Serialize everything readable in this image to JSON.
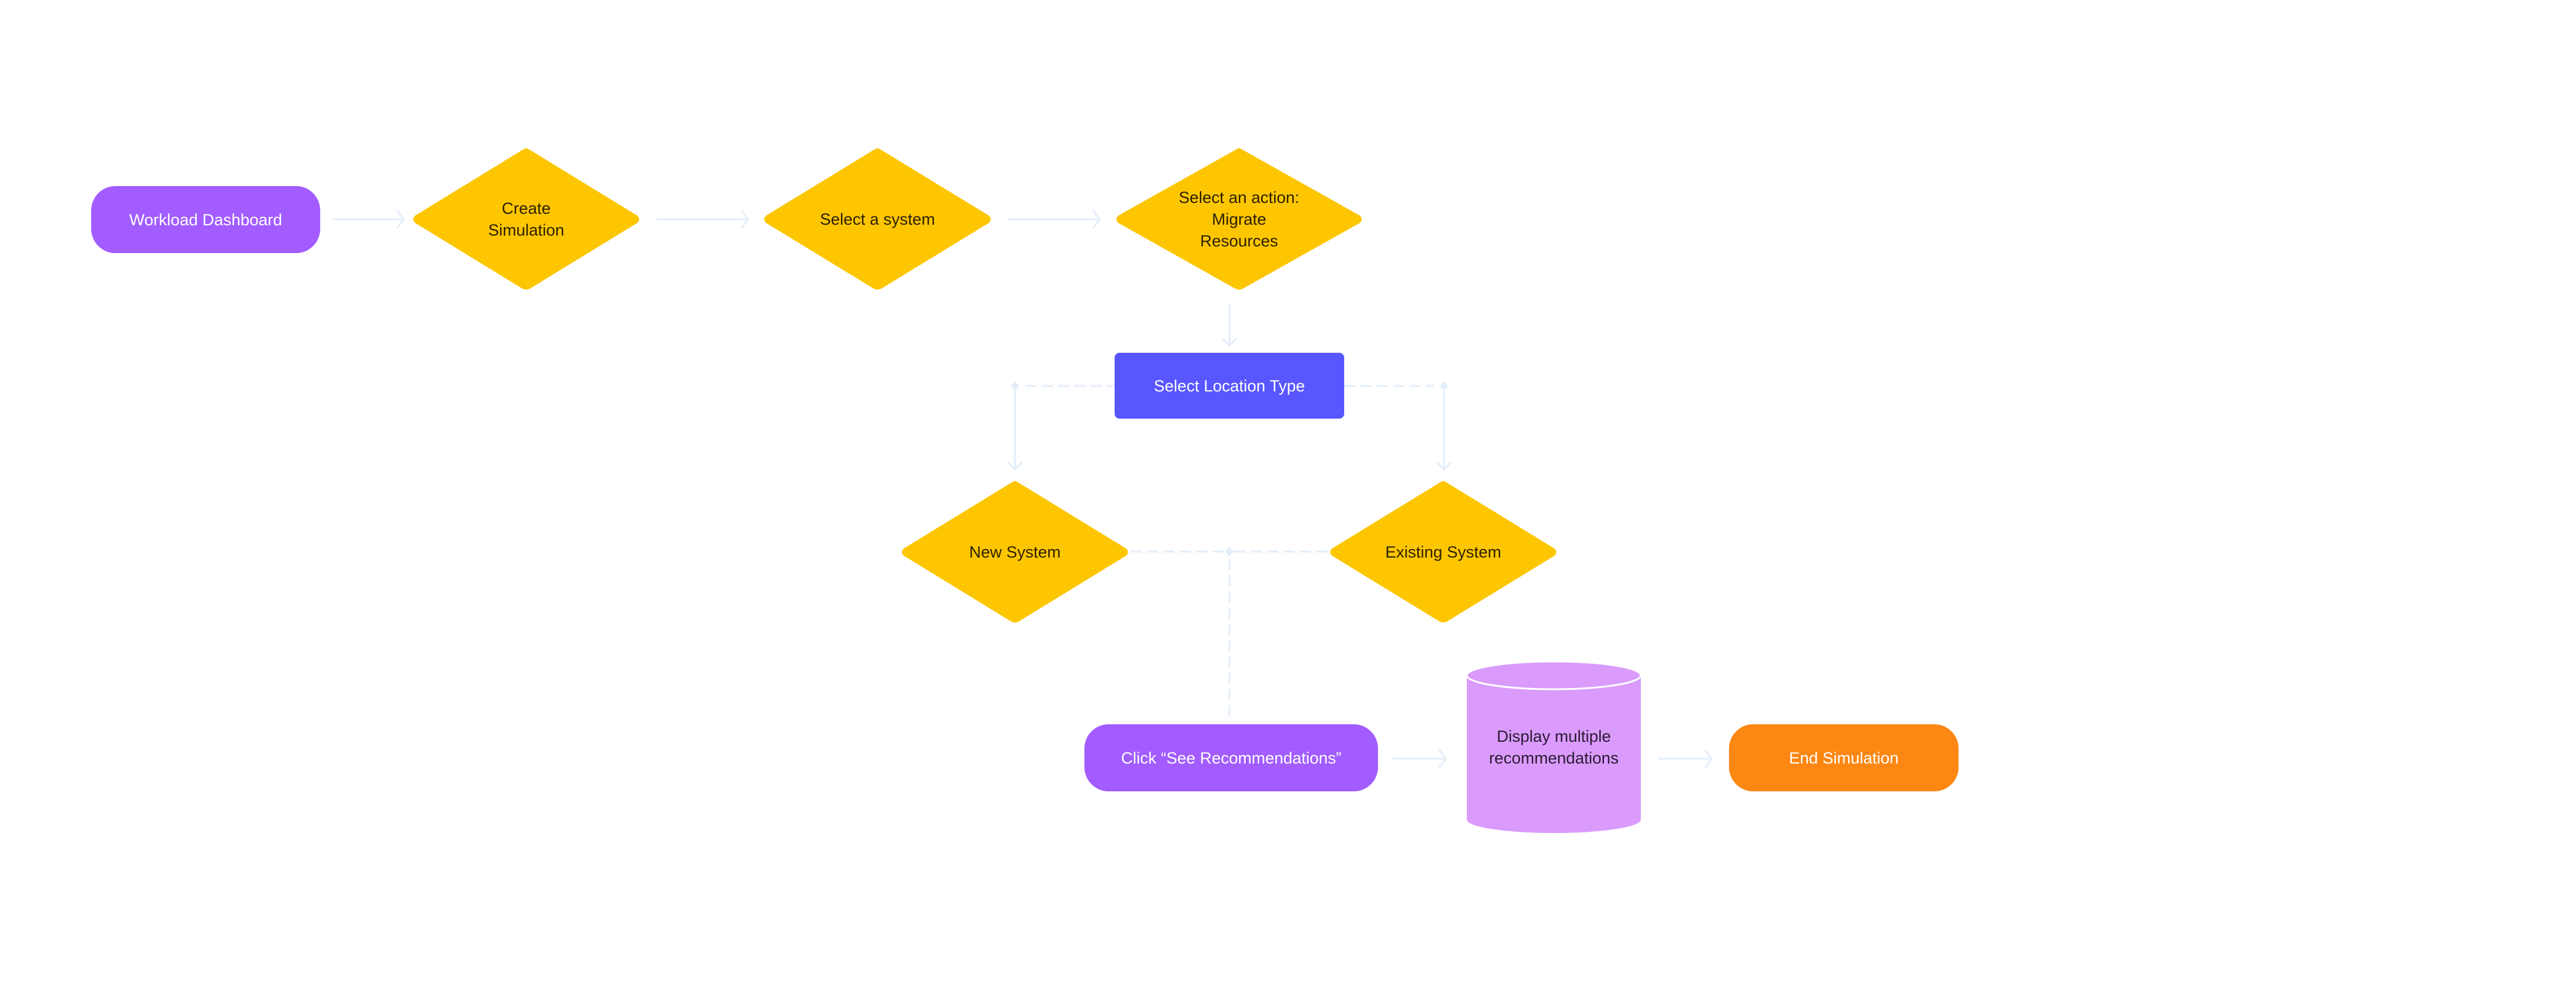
{
  "diagram": {
    "title": "Workload simulation flow",
    "colors": {
      "terminal_start": "#a25cff",
      "decision": "#fdc600",
      "process": "#5856ff",
      "datastore": "#da9bfc",
      "terminal_end": "#fd8713",
      "connector": "#e3eefa",
      "decision_text": "#2e2000",
      "datastore_text": "#2a1a33",
      "light_text": "#ffffff"
    },
    "nodes": [
      {
        "id": "workload-dashboard",
        "shape": "pill",
        "label": "Workload Dashboard",
        "color_key": "terminal_start"
      },
      {
        "id": "create-simulation",
        "shape": "diamond",
        "label": "Create\nSimulation",
        "color_key": "decision"
      },
      {
        "id": "select-system",
        "shape": "diamond",
        "label": "Select a system",
        "color_key": "decision"
      },
      {
        "id": "select-action",
        "shape": "diamond",
        "label": "Select an action:\nMigrate\nResources",
        "color_key": "decision"
      },
      {
        "id": "select-location-type",
        "shape": "rect",
        "label": "Select Location Type",
        "color_key": "process"
      },
      {
        "id": "new-system",
        "shape": "diamond",
        "label": "New System",
        "color_key": "decision"
      },
      {
        "id": "existing-system",
        "shape": "diamond",
        "label": "Existing System",
        "color_key": "decision"
      },
      {
        "id": "see-recommendations",
        "shape": "pill",
        "label": "Click “See Recommendations”",
        "color_key": "terminal_start"
      },
      {
        "id": "display-recommendations",
        "shape": "cylinder",
        "label": "Display multiple\nrecommendations",
        "color_key": "datastore"
      },
      {
        "id": "end-simulation",
        "shape": "pill",
        "label": "End Simulation",
        "color_key": "terminal_end"
      }
    ],
    "edges": [
      {
        "from": "workload-dashboard",
        "to": "create-simulation",
        "style": "solid",
        "arrow": true
      },
      {
        "from": "create-simulation",
        "to": "select-system",
        "style": "solid",
        "arrow": true
      },
      {
        "from": "select-system",
        "to": "select-action",
        "style": "solid",
        "arrow": true
      },
      {
        "from": "select-action",
        "to": "select-location-type",
        "style": "solid",
        "arrow": true
      },
      {
        "from": "select-location-type",
        "to": "new-system",
        "style": "dashed-then-solid",
        "arrow": true
      },
      {
        "from": "select-location-type",
        "to": "existing-system",
        "style": "dashed-then-solid",
        "arrow": true
      },
      {
        "from": "new-system",
        "to": "see-recommendations",
        "style": "dashed",
        "arrow": false
      },
      {
        "from": "existing-system",
        "to": "see-recommendations",
        "style": "dashed",
        "arrow": false
      },
      {
        "from": "see-recommendations",
        "to": "display-recommendations",
        "style": "solid",
        "arrow": true
      },
      {
        "from": "display-recommendations",
        "to": "end-simulation",
        "style": "solid",
        "arrow": true
      }
    ]
  }
}
